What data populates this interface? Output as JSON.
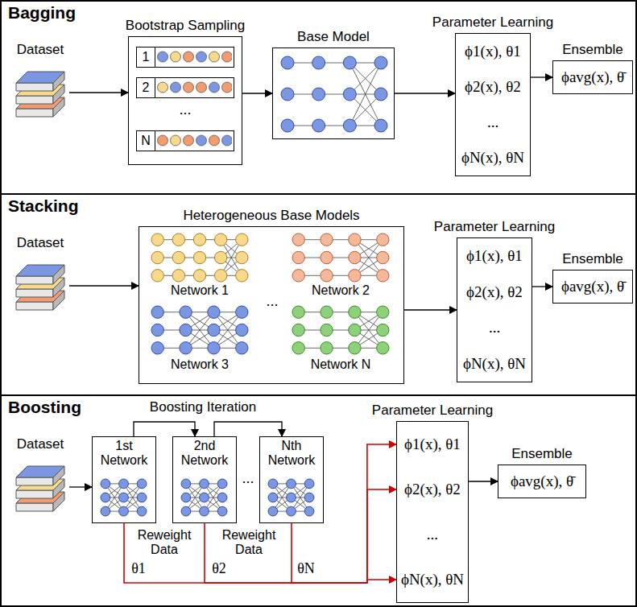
{
  "diagram": {
    "nodes": [
      {
        "text": [
          "Bagging"
        ]
      },
      {
        "text": [
          "Dataset"
        ],
        "in": 0
      },
      {
        "text": [
          "Bootstrap Sampling"
        ],
        "in": 0
      },
      {
        "text": [
          "1"
        ],
        "in": 2
      },
      {
        "text": [
          "2"
        ],
        "in": 2
      },
      {
        "text": [
          "N"
        ],
        "in": 2
      },
      {
        "text": [
          "Base Model"
        ],
        "in": 0
      },
      {
        "text": [
          "Parameter Learning",
          "ϕ1(x), θ1",
          "ϕ2(x), θ2",
          "...",
          "ϕN(x), θN"
        ],
        "in": 0
      },
      {
        "text": [
          "Ensemble",
          "ϕavg(x), θ̄"
        ],
        "in": 0
      },
      {
        "text": [
          "Stacking"
        ]
      },
      {
        "text": [
          "Dataset"
        ],
        "in": 9
      },
      {
        "text": [
          "Heterogeneous Base Models"
        ],
        "in": 9
      },
      {
        "text": [
          "Parameter Learning",
          "ϕ1(x), θ1",
          "ϕ2(x), θ2",
          "...",
          "ϕN(x), θN"
        ],
        "in": 9
      },
      {
        "text": [
          "Ensemble",
          "ϕavg(x), θ̄"
        ],
        "in": 9
      },
      {
        "text": [
          "Boosting"
        ]
      },
      {
        "text": [
          "Dataset"
        ],
        "in": 14
      },
      {
        "text": [
          "1st Network"
        ],
        "in": 14
      },
      {
        "text": [
          "2nd Network"
        ],
        "in": 14
      },
      {
        "text": [
          "Nth Network"
        ],
        "in": 14
      },
      {
        "text": [
          "Parameter Learning",
          "ϕ1(x), θ1",
          "ϕ2(x), θ2",
          "...",
          "ϕN(x), θN"
        ],
        "in": 14
      },
      {
        "text": [
          "Ensemble",
          "ϕavg(x), θ̄"
        ],
        "in": 14
      }
    ],
    "edges": [
      {
        "from": 1,
        "to": 2,
        "arrow": "to"
      },
      {
        "from": 2,
        "to": 6,
        "arrow": "to"
      },
      {
        "from": 6,
        "to": 7,
        "arrow": "to"
      },
      {
        "from": 7,
        "to": 8,
        "arrow": "to"
      },
      {
        "from": 10,
        "to": 11,
        "arrow": "to"
      },
      {
        "from": 11,
        "to": 12,
        "arrow": "to"
      },
      {
        "from": 12,
        "to": 13,
        "arrow": "to"
      },
      {
        "from": 15,
        "to": 16,
        "arrow": "to"
      },
      {
        "from": 16,
        "to": 17,
        "label": "Boosting Iteration",
        "arrow": "to"
      },
      {
        "from": 17,
        "to": 18,
        "arrow": "to"
      },
      {
        "from": 16,
        "to": 19,
        "label": "θ1",
        "arrow": "to"
      },
      {
        "from": 17,
        "to": 19,
        "label": "θ2",
        "arrow": "to"
      },
      {
        "from": 18,
        "to": 19,
        "label": "θN",
        "arrow": "to"
      },
      {
        "from": 19,
        "to": 20,
        "arrow": "to"
      }
    ],
    "labels": [
      "...",
      "Network 1",
      "Network 2",
      "Network 3",
      "Network N",
      "...",
      "...",
      "Reweight Data",
      "Reweight Data"
    ]
  }
}
